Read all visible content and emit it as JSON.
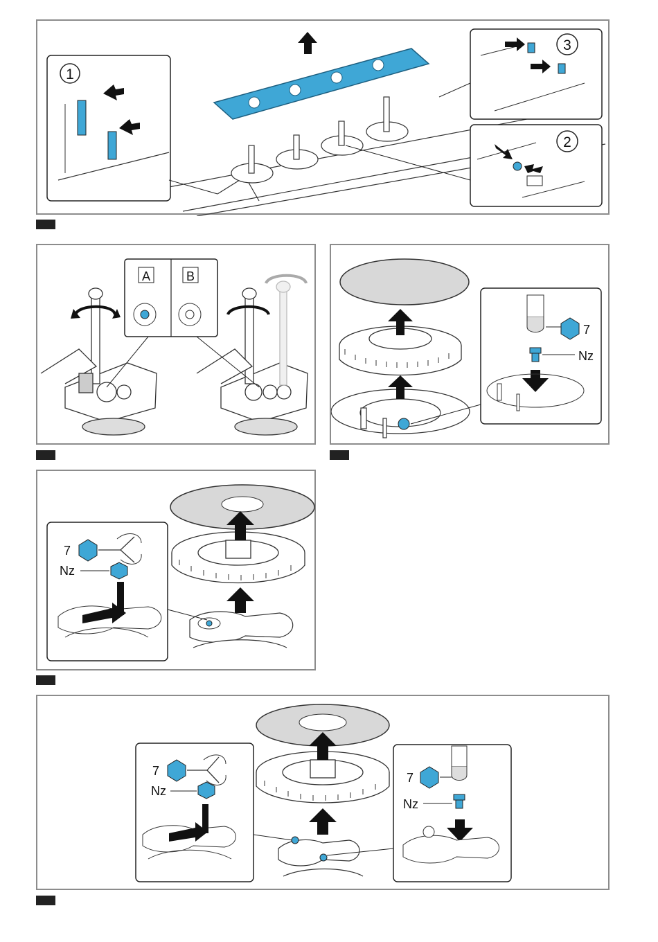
{
  "figure1": {
    "callouts": [
      "1",
      "2",
      "3"
    ]
  },
  "figure2": {
    "variants": [
      "A",
      "B"
    ]
  },
  "figure3": {
    "wrench_size": "7",
    "nozzle": "Nz"
  },
  "figure4": {
    "wrench_size": "7",
    "nozzle": "Nz"
  },
  "figure5": {
    "left_wrench_size": "7",
    "left_nozzle": "Nz",
    "right_wrench_size": "7",
    "right_nozzle": "Nz"
  },
  "colors": {
    "accent_blue": "#3fa7d6",
    "frame_gray": "#8c8c8c",
    "cover_gray": "#d8d8d8",
    "tag_black": "#222222"
  }
}
